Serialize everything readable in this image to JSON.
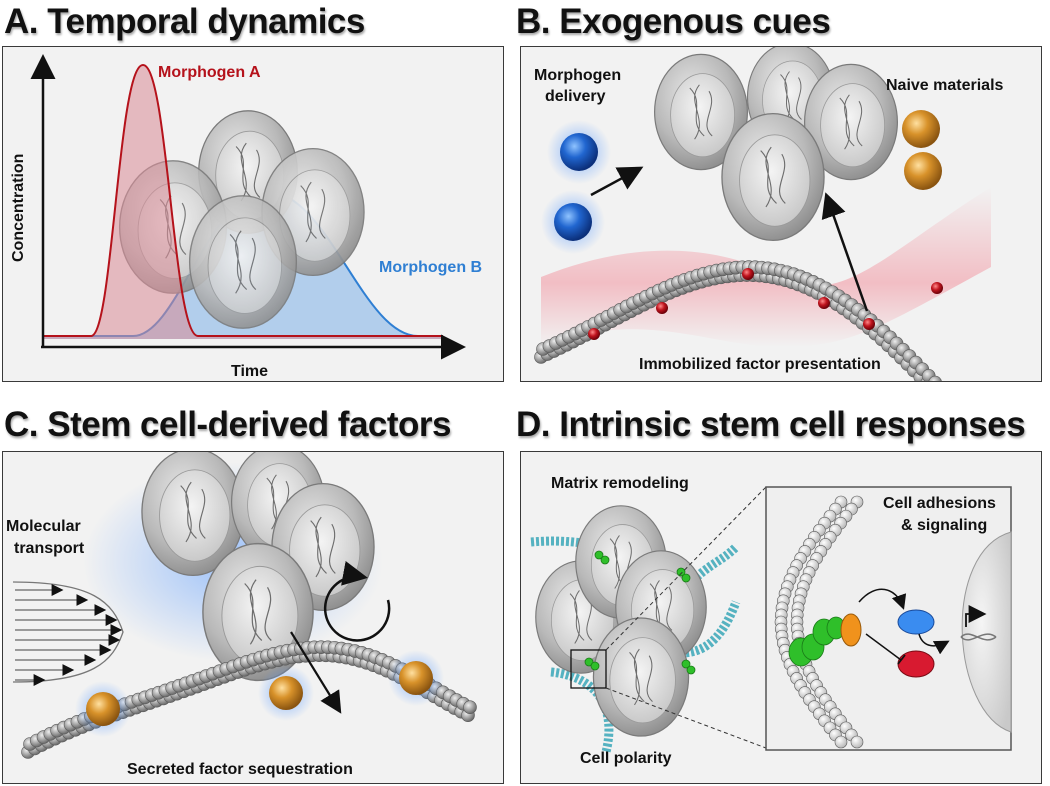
{
  "panels": {
    "a": {
      "title": "A.  Temporal dynamics",
      "x_label": "Time",
      "y_label": "Concentration",
      "series_a": "Morphogen A",
      "series_b": "Morphogen B"
    },
    "b": {
      "title": "B.  Exogenous cues",
      "morphogen_delivery_1": "Morphogen",
      "morphogen_delivery_2": "delivery",
      "naive_materials": "Naive materials",
      "immobilized": "Immobilized factor presentation"
    },
    "c": {
      "title": "C.  Stem cell-derived factors",
      "transport_1": "Molecular",
      "transport_2": "transport",
      "sequestration": "Secreted factor sequestration"
    },
    "d": {
      "title": "D.  Intrinsic stem cell responses",
      "matrix_remodeling": "Matrix remodeling",
      "cell_polarity": "Cell polarity",
      "adhesions_1": "Cell adhesions",
      "adhesions_2": "& signaling"
    }
  },
  "colors": {
    "morphogen_a": "#b5121b",
    "morphogen_b": "#2f7fd3",
    "bead_blue": "#1f5fc0",
    "bead_gold": "#d08a22",
    "factor_red": "#b0101a",
    "fiber_teal": "#3aa7b8",
    "receptor_green": "#2fbf2a"
  }
}
